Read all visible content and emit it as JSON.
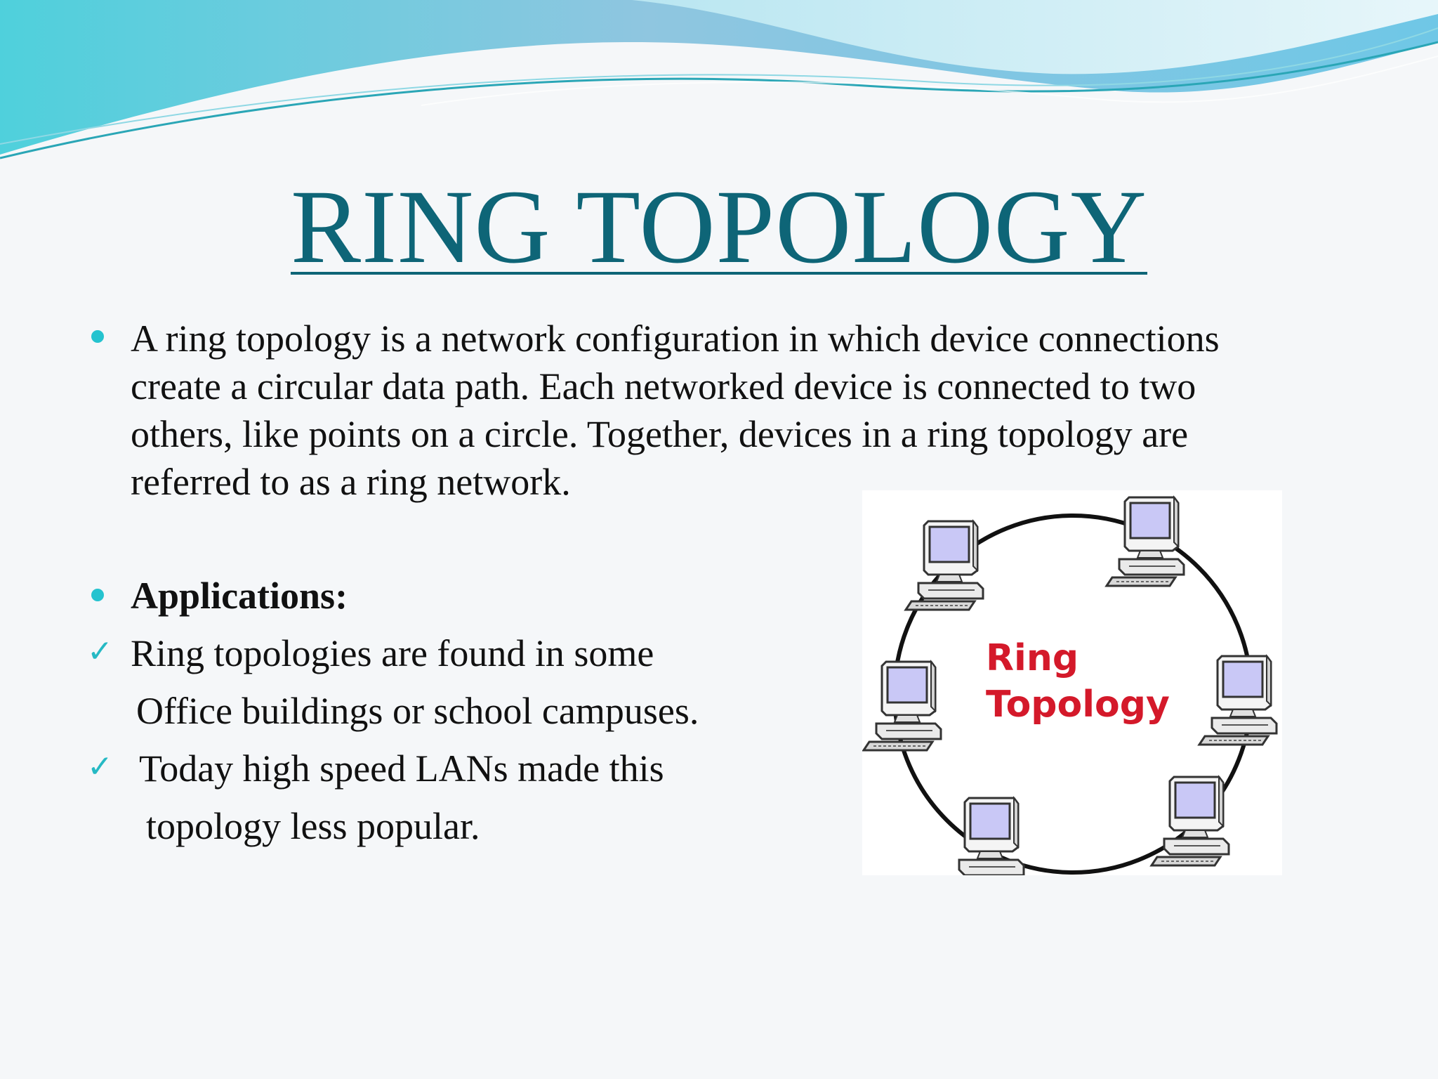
{
  "slide": {
    "title": "RING TOPOLOGY",
    "description_lines": [
      "A ring topology is a network configuration in which device connections",
      "create a circular data path. Each networked device is connected to two",
      "others, like points on a circle. Together, devices in a ring topology are",
      "referred to as a ring network."
    ],
    "applications_heading": "Applications:",
    "applications": [
      {
        "line1": "Ring topologies are found in some",
        "line2": "Office buildings or school campuses."
      },
      {
        "line1": "Today high speed LANs made this",
        "line2": "topology less popular."
      }
    ],
    "check_glyph": "✓"
  },
  "diagram": {
    "label_line1": "Ring",
    "label_line2": "Topology",
    "computer_icon": "desktop-computer-icon",
    "computer_count": 6
  },
  "colors": {
    "title": "#0e6577",
    "bullet": "#25c3cf",
    "check": "#25b9c4",
    "diagram_label": "#d4192a",
    "screen": "#c9c8f6"
  }
}
